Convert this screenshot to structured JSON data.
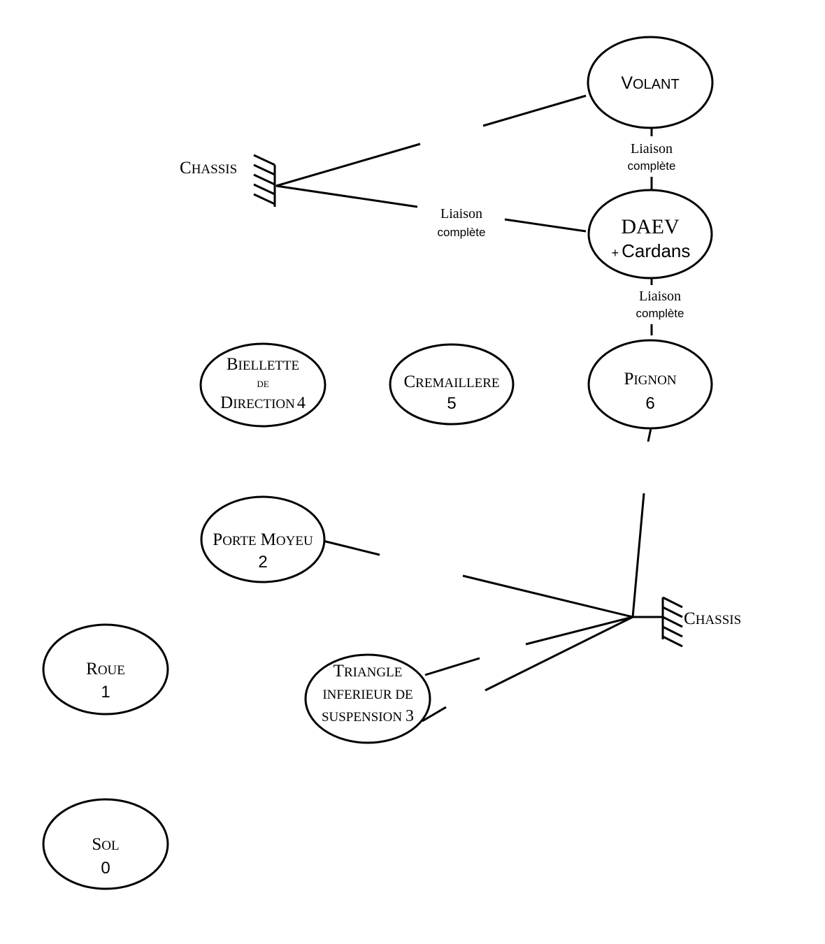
{
  "nodes": {
    "volant": {
      "label_first": "V",
      "label_rest": "OLANT"
    },
    "daev": {
      "line1": "DAEV",
      "plus": "+",
      "line2": "Cardans"
    },
    "biellette": {
      "line1_first": "B",
      "line1_rest": "IELLETTE",
      "line2": "DE",
      "line3_first": "D",
      "line3_rest": "IRECTION",
      "number": "4"
    },
    "cremaillere": {
      "label_first": "C",
      "label_rest": "REMAILLERE",
      "number": "5"
    },
    "pignon": {
      "label_first": "P",
      "label_rest": "IGNON",
      "number": "6"
    },
    "porte_moyeu": {
      "label_p": "P",
      "label_orte": "ORTE",
      "label_m": "M",
      "label_oyeu": "OYEU",
      "number": "2"
    },
    "roue": {
      "label_first": "R",
      "label_rest": "OUE",
      "number": "1"
    },
    "triangle": {
      "line1_first": "T",
      "line1_rest": "RIANGLE",
      "line2": "INFERIEUR DE",
      "line3": "SUSPENSION",
      "number": "3"
    },
    "sol": {
      "label_first": "S",
      "label_rest": "OL",
      "number": "0"
    }
  },
  "grounds": {
    "chassis_top": {
      "label_first": "C",
      "label_rest": "HASSIS"
    },
    "chassis_bottom": {
      "label_first": "C",
      "label_rest": "HASSIS"
    }
  },
  "links": {
    "volant_daev": {
      "line1": "Liaison",
      "line2": "complète"
    },
    "chassis_daev": {
      "line1": "Liaison",
      "line2": "complète"
    },
    "daev_pignon": {
      "line1": "Liaison",
      "line2": "complète"
    }
  }
}
